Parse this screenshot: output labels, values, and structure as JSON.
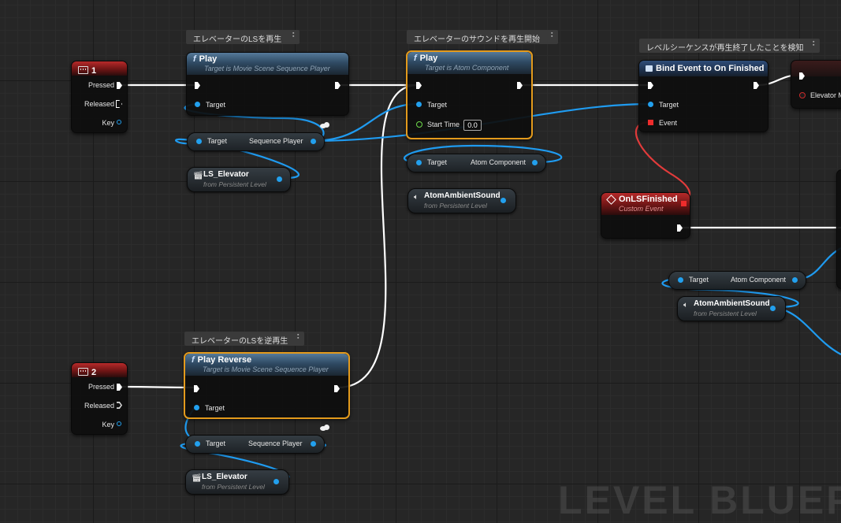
{
  "comments": {
    "ls_play": "エレベーターのLSを再生",
    "sound_play": "エレベーターのサウンドを再生開始",
    "bind": "レベルシーケンスが再生終了したことを検知",
    "ls_reverse": "エレベーターのLSを逆再生"
  },
  "key1": {
    "title": "1",
    "pressed": "Pressed",
    "released": "Released",
    "key": "Key"
  },
  "key2": {
    "title": "2",
    "pressed": "Pressed",
    "released": "Released",
    "key": "Key"
  },
  "play_ls": {
    "title": "Play",
    "subtitle": "Target is Movie Scene Sequence Player",
    "target": "Target",
    "fn_icon": "f"
  },
  "play_sound": {
    "title": "Play",
    "subtitle": "Target is Atom Component",
    "target": "Target",
    "start_time": "Start Time",
    "start_time_value": "0.0",
    "fn_icon": "f"
  },
  "bind_event": {
    "title": "Bind Event to On Finished",
    "target": "Target",
    "event": "Event"
  },
  "partial_node": {
    "label": "Elevator M"
  },
  "custom_event": {
    "title": "OnLSFinished",
    "subtitle": "Custom Event"
  },
  "play_reverse": {
    "title": "Play Reverse",
    "subtitle": "Target is Movie Scene Sequence Player",
    "target": "Target",
    "fn_icon": "f"
  },
  "getters": {
    "seq1": {
      "target": "Target",
      "output": "Sequence Player"
    },
    "atom1": {
      "target": "Target",
      "output": "Atom Component"
    },
    "atom2": {
      "target": "Target",
      "output": "Atom Component"
    },
    "seq2": {
      "target": "Target",
      "output": "Sequence Player"
    }
  },
  "vars": {
    "ls1": {
      "name": "LS_Elevator",
      "from": "from Persistent Level",
      "icon": "clapperboard-icon"
    },
    "ls2": {
      "name": "LS_Elevator",
      "from": "from Persistent Level",
      "icon": "clapperboard-icon"
    },
    "snd1": {
      "name": "AtomAmbientSound",
      "from": "from Persistent Level",
      "icon": "speaker-icon"
    },
    "snd2": {
      "name": "AtomAmbientSound",
      "from": "from Persistent Level",
      "icon": "speaker-icon"
    }
  },
  "watermark": "LEVEL BLUEPR",
  "colors": {
    "exec_wire": "#ffffff",
    "object_wire": "#1f9bf0",
    "delegate_wire": "#e23b3b",
    "selection": "#e39a1c"
  }
}
